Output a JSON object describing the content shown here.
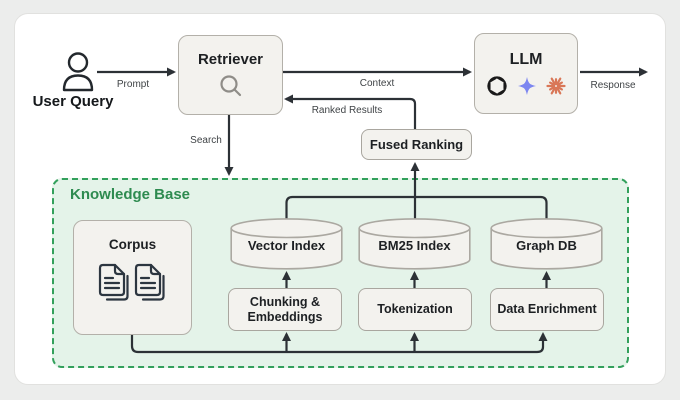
{
  "flow": {
    "user_query_label": "User Query",
    "retriever_title": "Retriever",
    "llm_title": "LLM",
    "fused_ranking_label": "Fused Ranking",
    "edges": {
      "prompt": "Prompt",
      "context": "Context",
      "response": "Response",
      "ranked_results": "Ranked Results",
      "search": "Search"
    }
  },
  "knowledge_base": {
    "title": "Knowledge Base",
    "corpus_label": "Corpus",
    "stores": [
      "Vector Index",
      "BM25 Index",
      "Graph DB"
    ],
    "processes": [
      "Chunking & Embeddings",
      "Tokenization",
      "Data Enrichment"
    ]
  },
  "icons": {
    "user": "person-outline-icon",
    "retriever": "magnifier-icon",
    "corpus": "documents-icon",
    "llm_providers": [
      "openai-logo-icon",
      "gemini-star-icon",
      "claude-starburst-icon"
    ]
  },
  "colors": {
    "canvas_bg": "#ECEDEC",
    "card_bg": "#FFFFFF",
    "node_fill": "#F3F2EE",
    "node_border": "#B3B0A9",
    "kb_fill": "#E4F3E9",
    "kb_border": "#33A05C",
    "kb_title": "#2E8B50",
    "edge": "#2C3136",
    "openai_black": "#1A1A1A",
    "gemini_blue": "#7C86F0",
    "claude_coral": "#D97757"
  }
}
